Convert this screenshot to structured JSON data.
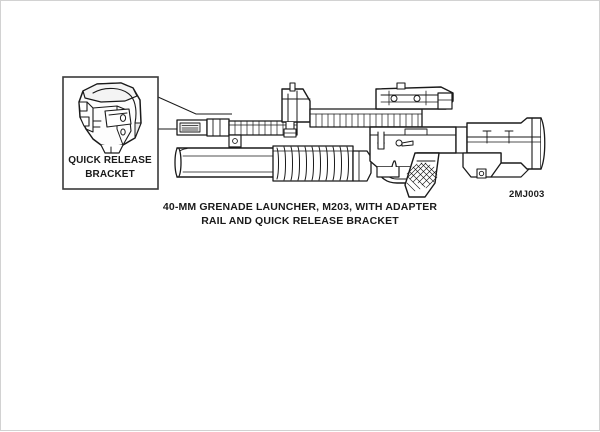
{
  "document": {
    "type": "technical-illustration",
    "background_color": "#ffffff",
    "border_color": "#d2d2d2",
    "line_color": "#1a1a1a"
  },
  "figure": {
    "code": "2MJ003",
    "caption": {
      "line_1": "40-MM GRENADE LAUNCHER, M203, WITH ADAPTER",
      "line_2": "RAIL AND QUICK RELEASE BRACKET"
    }
  },
  "inset": {
    "label_line_1": "QUICK RELEASE",
    "label_line_2": "BRACKET",
    "callout_target": "adapter-rail-mount-block"
  },
  "parts": {
    "launcher_barrel": "40-mm grenade launcher tube",
    "ribbed_handguard": "ribbed handguard",
    "adapter_rail": "adapter rail",
    "front_sight": "front sight assembly",
    "upper_receiver": "upper receiver",
    "lower_receiver": "lower receiver",
    "pistol_grip": "checkered pistol grip",
    "trigger_guard": "trigger guard",
    "buttstock": "collapsible buttstock",
    "quick_release_bracket": "quick release bracket"
  }
}
